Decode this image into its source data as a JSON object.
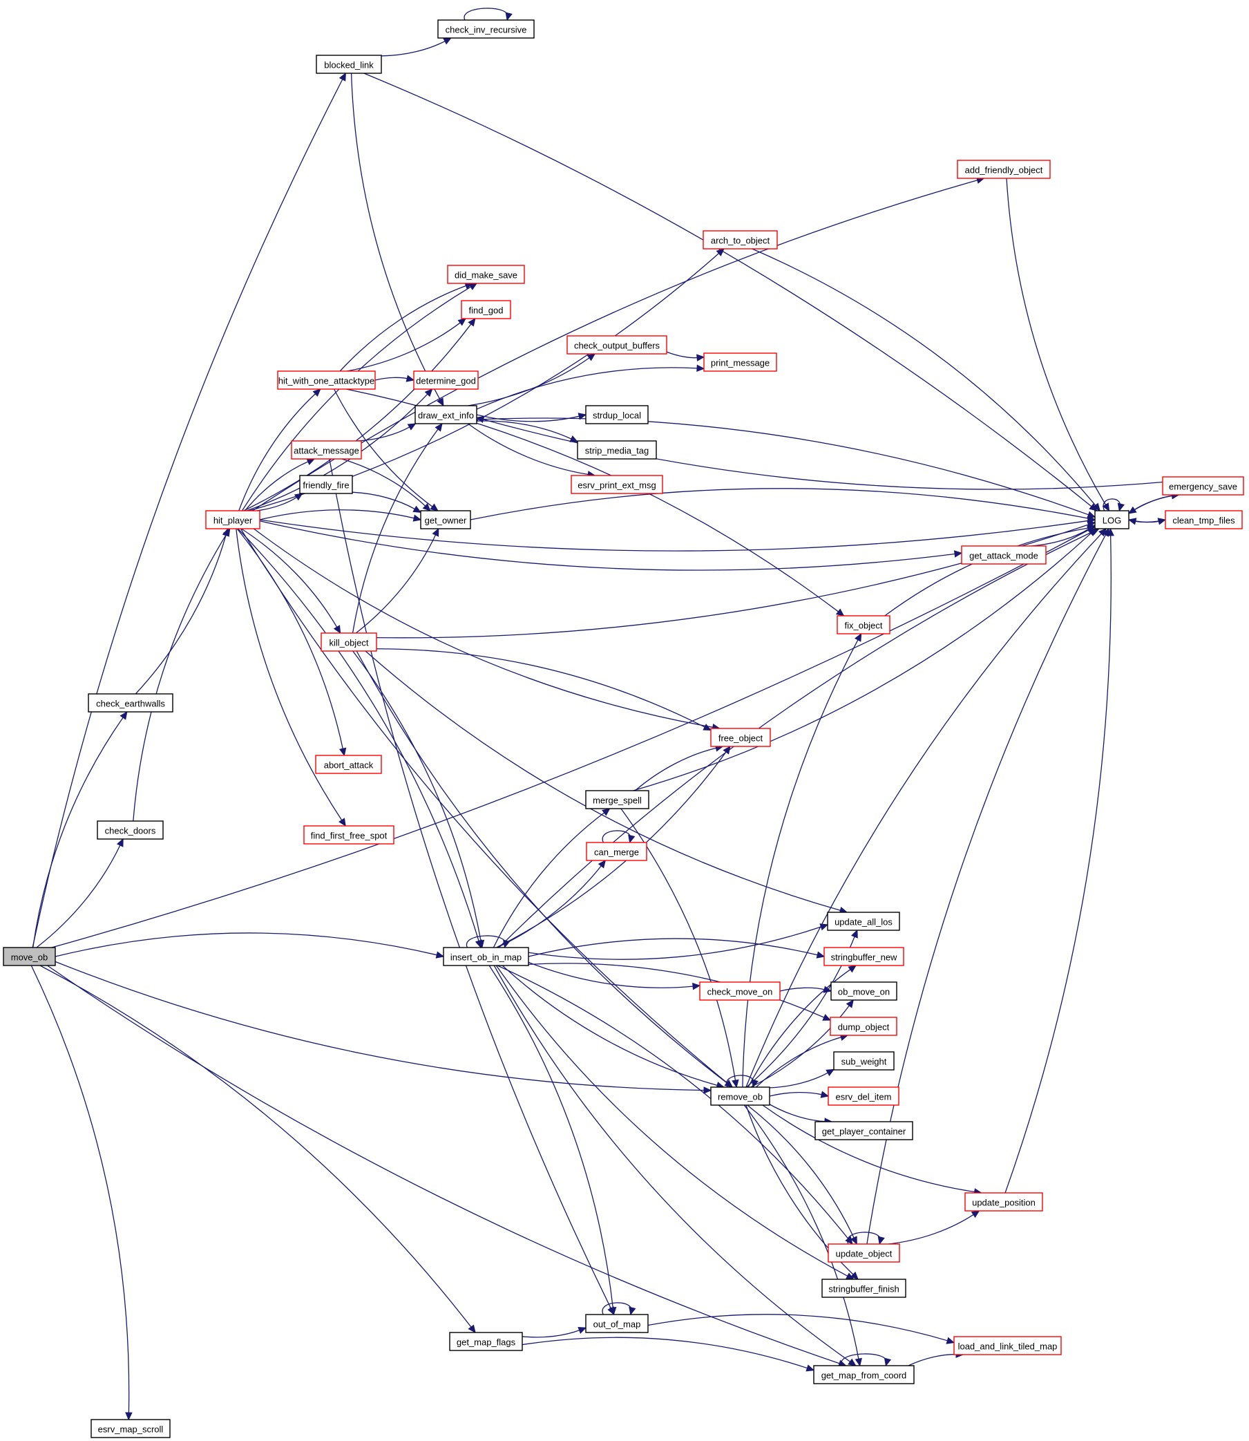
{
  "title": "move_ob call graph",
  "colors": {
    "edge": "#191970",
    "node_border_default": "#000000",
    "node_border_truncated": "#ff0000",
    "root_fill": "#bfbfbf",
    "node_fill": "#ffffff"
  },
  "root": "move_ob",
  "nodes": [
    {
      "id": "move_ob",
      "label": "move_ob",
      "kind": "root"
    },
    {
      "id": "blocked_link",
      "label": "blocked_link",
      "kind": "normal"
    },
    {
      "id": "check_inv_recursive",
      "label": "check_inv_recursive",
      "kind": "normal"
    },
    {
      "id": "LOG",
      "label": "LOG",
      "kind": "normal"
    },
    {
      "id": "add_friendly_object",
      "label": "add_friendly_object",
      "kind": "truncated"
    },
    {
      "id": "arch_to_object",
      "label": "arch_to_object",
      "kind": "truncated"
    },
    {
      "id": "did_make_save",
      "label": "did_make_save",
      "kind": "truncated"
    },
    {
      "id": "find_god",
      "label": "find_god",
      "kind": "truncated"
    },
    {
      "id": "check_output_buffers",
      "label": "check_output_buffers",
      "kind": "truncated"
    },
    {
      "id": "print_message",
      "label": "print_message",
      "kind": "truncated"
    },
    {
      "id": "hit_with_one_attacktype",
      "label": "hit_with_one_attacktype",
      "kind": "truncated"
    },
    {
      "id": "determine_god",
      "label": "determine_god",
      "kind": "truncated"
    },
    {
      "id": "draw_ext_info",
      "label": "draw_ext_info",
      "kind": "normal"
    },
    {
      "id": "strdup_local",
      "label": "strdup_local",
      "kind": "normal"
    },
    {
      "id": "strip_media_tag",
      "label": "strip_media_tag",
      "kind": "normal"
    },
    {
      "id": "esrv_print_ext_msg",
      "label": "esrv_print_ext_msg",
      "kind": "truncated"
    },
    {
      "id": "attack_message",
      "label": "attack_message",
      "kind": "truncated"
    },
    {
      "id": "friendly_fire",
      "label": "friendly_fire",
      "kind": "normal"
    },
    {
      "id": "hit_player",
      "label": "hit_player",
      "kind": "truncated"
    },
    {
      "id": "get_owner",
      "label": "get_owner",
      "kind": "normal"
    },
    {
      "id": "emergency_save",
      "label": "emergency_save",
      "kind": "truncated"
    },
    {
      "id": "clean_tmp_files",
      "label": "clean_tmp_files",
      "kind": "truncated"
    },
    {
      "id": "get_attack_mode",
      "label": "get_attack_mode",
      "kind": "truncated"
    },
    {
      "id": "fix_object",
      "label": "fix_object",
      "kind": "truncated"
    },
    {
      "id": "kill_object",
      "label": "kill_object",
      "kind": "truncated"
    },
    {
      "id": "check_earthwalls",
      "label": "check_earthwalls",
      "kind": "normal"
    },
    {
      "id": "free_object",
      "label": "free_object",
      "kind": "truncated"
    },
    {
      "id": "abort_attack",
      "label": "abort_attack",
      "kind": "truncated"
    },
    {
      "id": "merge_spell",
      "label": "merge_spell",
      "kind": "normal"
    },
    {
      "id": "check_doors",
      "label": "check_doors",
      "kind": "normal"
    },
    {
      "id": "find_first_free_spot",
      "label": "find_first_free_spot",
      "kind": "truncated"
    },
    {
      "id": "can_merge",
      "label": "can_merge",
      "kind": "truncated"
    },
    {
      "id": "update_all_los",
      "label": "update_all_los",
      "kind": "normal"
    },
    {
      "id": "insert_ob_in_map",
      "label": "insert_ob_in_map",
      "kind": "normal"
    },
    {
      "id": "stringbuffer_new",
      "label": "stringbuffer_new",
      "kind": "truncated"
    },
    {
      "id": "check_move_on",
      "label": "check_move_on",
      "kind": "truncated"
    },
    {
      "id": "ob_move_on",
      "label": "ob_move_on",
      "kind": "normal"
    },
    {
      "id": "dump_object",
      "label": "dump_object",
      "kind": "truncated"
    },
    {
      "id": "sub_weight",
      "label": "sub_weight",
      "kind": "normal"
    },
    {
      "id": "remove_ob",
      "label": "remove_ob",
      "kind": "normal"
    },
    {
      "id": "esrv_del_item",
      "label": "esrv_del_item",
      "kind": "truncated"
    },
    {
      "id": "get_player_container",
      "label": "get_player_container",
      "kind": "normal"
    },
    {
      "id": "update_position",
      "label": "update_position",
      "kind": "truncated"
    },
    {
      "id": "update_object",
      "label": "update_object",
      "kind": "truncated"
    },
    {
      "id": "stringbuffer_finish",
      "label": "stringbuffer_finish",
      "kind": "normal"
    },
    {
      "id": "out_of_map",
      "label": "out_of_map",
      "kind": "normal"
    },
    {
      "id": "get_map_flags",
      "label": "get_map_flags",
      "kind": "normal"
    },
    {
      "id": "load_and_link_tiled_map",
      "label": "load_and_link_tiled_map",
      "kind": "truncated"
    },
    {
      "id": "get_map_from_coord",
      "label": "get_map_from_coord",
      "kind": "normal"
    },
    {
      "id": "esrv_map_scroll",
      "label": "esrv_map_scroll",
      "kind": "normal"
    }
  ],
  "edges": [
    [
      "move_ob",
      "blocked_link"
    ],
    [
      "move_ob",
      "LOG"
    ],
    [
      "move_ob",
      "check_earthwalls"
    ],
    [
      "move_ob",
      "check_doors"
    ],
    [
      "move_ob",
      "insert_ob_in_map"
    ],
    [
      "move_ob",
      "remove_ob"
    ],
    [
      "move_ob",
      "get_map_flags"
    ],
    [
      "move_ob",
      "get_map_from_coord"
    ],
    [
      "move_ob",
      "esrv_map_scroll"
    ],
    [
      "blocked_link",
      "check_inv_recursive"
    ],
    [
      "blocked_link",
      "LOG"
    ],
    [
      "blocked_link",
      "draw_ext_info"
    ],
    [
      "check_inv_recursive",
      "check_inv_recursive"
    ],
    [
      "check_earthwalls",
      "hit_player"
    ],
    [
      "check_doors",
      "hit_player"
    ],
    [
      "hit_player",
      "LOG"
    ],
    [
      "hit_player",
      "add_friendly_object"
    ],
    [
      "hit_player",
      "arch_to_object"
    ],
    [
      "hit_player",
      "did_make_save"
    ],
    [
      "hit_player",
      "find_god"
    ],
    [
      "hit_player",
      "hit_with_one_attacktype"
    ],
    [
      "hit_player",
      "determine_god"
    ],
    [
      "hit_player",
      "attack_message"
    ],
    [
      "hit_player",
      "friendly_fire"
    ],
    [
      "hit_player",
      "get_owner"
    ],
    [
      "hit_player",
      "get_attack_mode"
    ],
    [
      "hit_player",
      "kill_object"
    ],
    [
      "hit_player",
      "free_object"
    ],
    [
      "hit_player",
      "abort_attack"
    ],
    [
      "hit_player",
      "find_first_free_spot"
    ],
    [
      "hit_player",
      "insert_ob_in_map"
    ],
    [
      "hit_player",
      "remove_ob"
    ],
    [
      "hit_with_one_attacktype",
      "did_make_save"
    ],
    [
      "hit_with_one_attacktype",
      "find_god"
    ],
    [
      "hit_with_one_attacktype",
      "determine_god"
    ],
    [
      "hit_with_one_attacktype",
      "get_owner"
    ],
    [
      "hit_with_one_attacktype",
      "fix_object"
    ],
    [
      "attack_message",
      "draw_ext_info"
    ],
    [
      "attack_message",
      "get_owner"
    ],
    [
      "attack_message",
      "out_of_map"
    ],
    [
      "friendly_fire",
      "get_owner"
    ],
    [
      "draw_ext_info",
      "check_output_buffers"
    ],
    [
      "draw_ext_info",
      "print_message"
    ],
    [
      "draw_ext_info",
      "strdup_local"
    ],
    [
      "draw_ext_info",
      "strip_media_tag"
    ],
    [
      "draw_ext_info",
      "esrv_print_ext_msg"
    ],
    [
      "draw_ext_info",
      "LOG"
    ],
    [
      "check_output_buffers",
      "print_message"
    ],
    [
      "get_owner",
      "LOG"
    ],
    [
      "add_friendly_object",
      "LOG"
    ],
    [
      "arch_to_object",
      "LOG"
    ],
    [
      "emergency_save",
      "LOG"
    ],
    [
      "emergency_save",
      "draw_ext_info"
    ],
    [
      "LOG",
      "LOG"
    ],
    [
      "LOG",
      "emergency_save"
    ],
    [
      "LOG",
      "clean_tmp_files"
    ],
    [
      "clean_tmp_files",
      "LOG"
    ],
    [
      "get_attack_mode",
      "LOG"
    ],
    [
      "fix_object",
      "LOG"
    ],
    [
      "kill_object",
      "LOG"
    ],
    [
      "kill_object",
      "draw_ext_info"
    ],
    [
      "kill_object",
      "get_owner"
    ],
    [
      "kill_object",
      "free_object"
    ],
    [
      "kill_object",
      "update_all_los"
    ],
    [
      "kill_object",
      "insert_ob_in_map"
    ],
    [
      "kill_object",
      "remove_ob"
    ],
    [
      "merge_spell",
      "free_object"
    ],
    [
      "merge_spell",
      "LOG"
    ],
    [
      "merge_spell",
      "remove_ob"
    ],
    [
      "can_merge",
      "can_merge"
    ],
    [
      "insert_ob_in_map",
      "insert_ob_in_map"
    ],
    [
      "insert_ob_in_map",
      "free_object"
    ],
    [
      "insert_ob_in_map",
      "merge_spell"
    ],
    [
      "insert_ob_in_map",
      "can_merge"
    ],
    [
      "insert_ob_in_map",
      "LOG"
    ],
    [
      "insert_ob_in_map",
      "update_all_los"
    ],
    [
      "insert_ob_in_map",
      "stringbuffer_new"
    ],
    [
      "insert_ob_in_map",
      "check_move_on"
    ],
    [
      "insert_ob_in_map",
      "dump_object"
    ],
    [
      "insert_ob_in_map",
      "remove_ob"
    ],
    [
      "insert_ob_in_map",
      "update_object"
    ],
    [
      "insert_ob_in_map",
      "stringbuffer_finish"
    ],
    [
      "insert_ob_in_map",
      "out_of_map"
    ],
    [
      "insert_ob_in_map",
      "get_map_from_coord"
    ],
    [
      "check_move_on",
      "ob_move_on"
    ],
    [
      "remove_ob",
      "remove_ob"
    ],
    [
      "remove_ob",
      "fix_object"
    ],
    [
      "remove_ob",
      "update_all_los"
    ],
    [
      "remove_ob",
      "stringbuffer_new"
    ],
    [
      "remove_ob",
      "ob_move_on"
    ],
    [
      "remove_ob",
      "dump_object"
    ],
    [
      "remove_ob",
      "sub_weight"
    ],
    [
      "remove_ob",
      "esrv_del_item"
    ],
    [
      "remove_ob",
      "get_player_container"
    ],
    [
      "remove_ob",
      "LOG"
    ],
    [
      "remove_ob",
      "update_position"
    ],
    [
      "remove_ob",
      "update_object"
    ],
    [
      "remove_ob",
      "stringbuffer_finish"
    ],
    [
      "remove_ob",
      "get_map_from_coord"
    ],
    [
      "update_position",
      "LOG"
    ],
    [
      "update_object",
      "update_object"
    ],
    [
      "update_object",
      "update_position"
    ],
    [
      "update_object",
      "LOG"
    ],
    [
      "out_of_map",
      "out_of_map"
    ],
    [
      "out_of_map",
      "load_and_link_tiled_map"
    ],
    [
      "get_map_flags",
      "out_of_map"
    ],
    [
      "get_map_flags",
      "get_map_from_coord"
    ],
    [
      "get_map_from_coord",
      "get_map_from_coord"
    ],
    [
      "get_map_from_coord",
      "load_and_link_tiled_map"
    ]
  ]
}
